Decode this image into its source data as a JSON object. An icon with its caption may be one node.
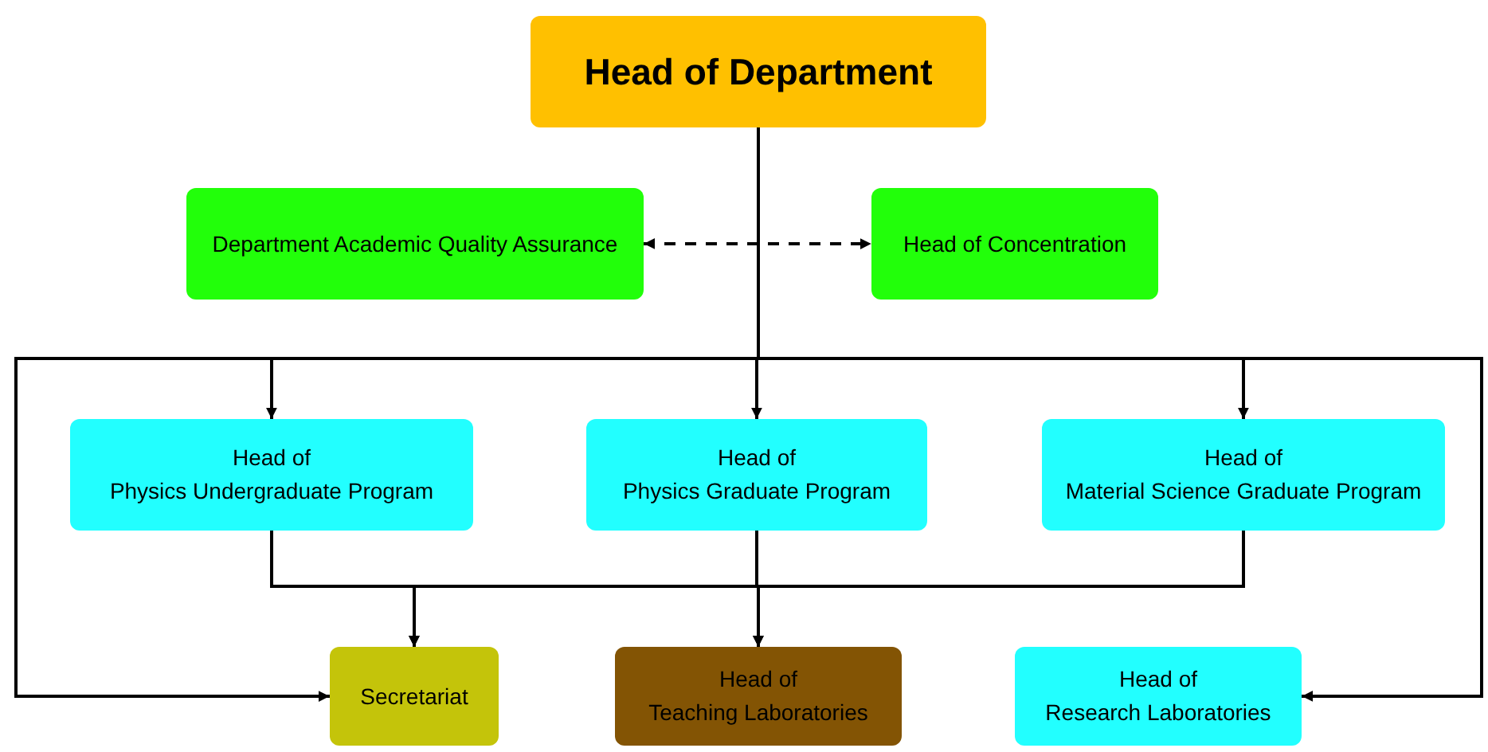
{
  "diagram": {
    "nodes": [
      {
        "text": [
          "Head of Department"
        ]
      },
      {
        "text": [
          "Department Academic Quality Assurance"
        ]
      },
      {
        "text": [
          "Head of Concentration"
        ]
      },
      {
        "text": [
          "Head of",
          "Physics Undergraduate Program"
        ]
      },
      {
        "text": [
          "Head of",
          "Physics Graduate Program"
        ]
      },
      {
        "text": [
          "Head of",
          "Material Science Graduate Program"
        ]
      },
      {
        "text": [
          "Secretariat"
        ]
      },
      {
        "text": [
          "Head of",
          "Teaching Laboratories"
        ]
      },
      {
        "text": [
          "Head of",
          "Research Laboratories"
        ]
      }
    ],
    "edges": [
      {
        "from": 0,
        "to": 3,
        "arrow": "to"
      },
      {
        "from": 0,
        "to": 4,
        "arrow": "to"
      },
      {
        "from": 0,
        "to": 5,
        "arrow": "to"
      },
      {
        "from": 0,
        "to": 6,
        "arrow": "to"
      },
      {
        "from": 0,
        "to": 8,
        "arrow": "to"
      },
      {
        "from": 1,
        "to": 2,
        "arrow": "both",
        "style": "dashed"
      },
      {
        "from": 3,
        "to": 6,
        "arrow": "to"
      },
      {
        "from": 4,
        "to": 6,
        "arrow": "to"
      },
      {
        "from": 5,
        "to": 6,
        "arrow": "to"
      },
      {
        "from": 3,
        "to": 7,
        "arrow": "to"
      },
      {
        "from": 4,
        "to": 7,
        "arrow": "to"
      },
      {
        "from": 5,
        "to": 7,
        "arrow": "to"
      }
    ]
  }
}
